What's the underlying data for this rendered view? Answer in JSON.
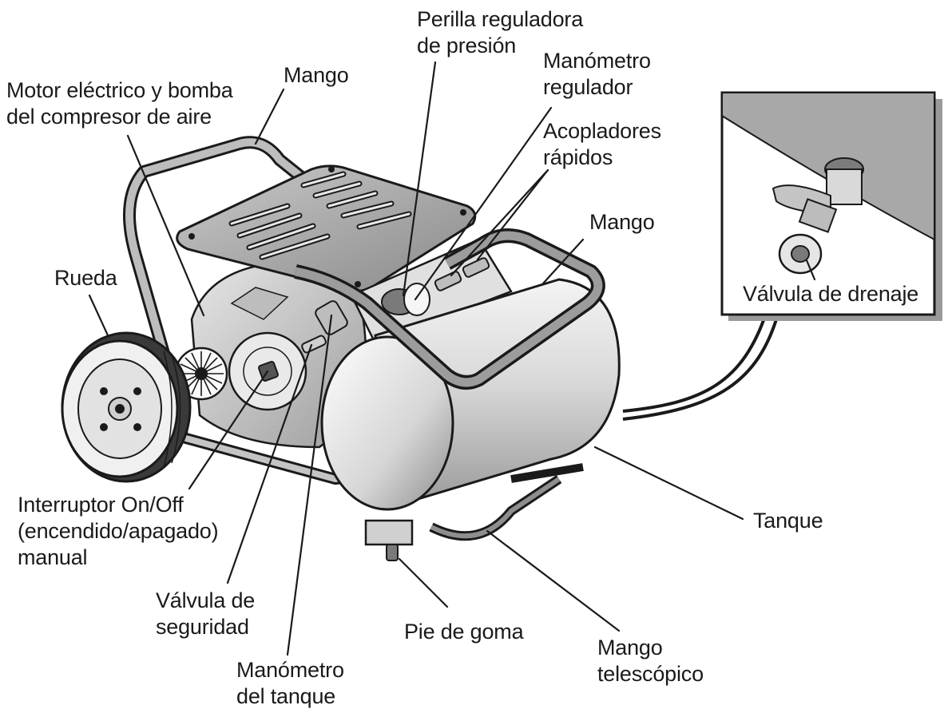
{
  "diagram": {
    "subject": "Compresor de aire portátil",
    "labels": {
      "perilla": [
        "Perilla reguladora",
        "de presión"
      ],
      "manometro_regulador": [
        "Manómetro",
        "regulador"
      ],
      "acopladores": [
        "Acopladores",
        "rápidos"
      ],
      "motor": [
        "Motor eléctrico y bomba",
        "del compresor de aire"
      ],
      "mango_top": [
        "Mango"
      ],
      "mango_right": [
        "Mango"
      ],
      "rueda": [
        "Rueda"
      ],
      "interruptor": [
        "Interruptor On/Off",
        "(encendido/apagado)",
        "manual"
      ],
      "valvula_seguridad": [
        "Válvula de",
        "seguridad"
      ],
      "manometro_tanque": [
        "Manómetro",
        "del tanque"
      ],
      "pie_goma": [
        "Pie de goma"
      ],
      "mango_telescopico": [
        "Mango",
        "telescópico"
      ],
      "tanque": [
        "Tanque"
      ],
      "valvula_drenaje": [
        "Válvula de drenaje"
      ]
    }
  }
}
